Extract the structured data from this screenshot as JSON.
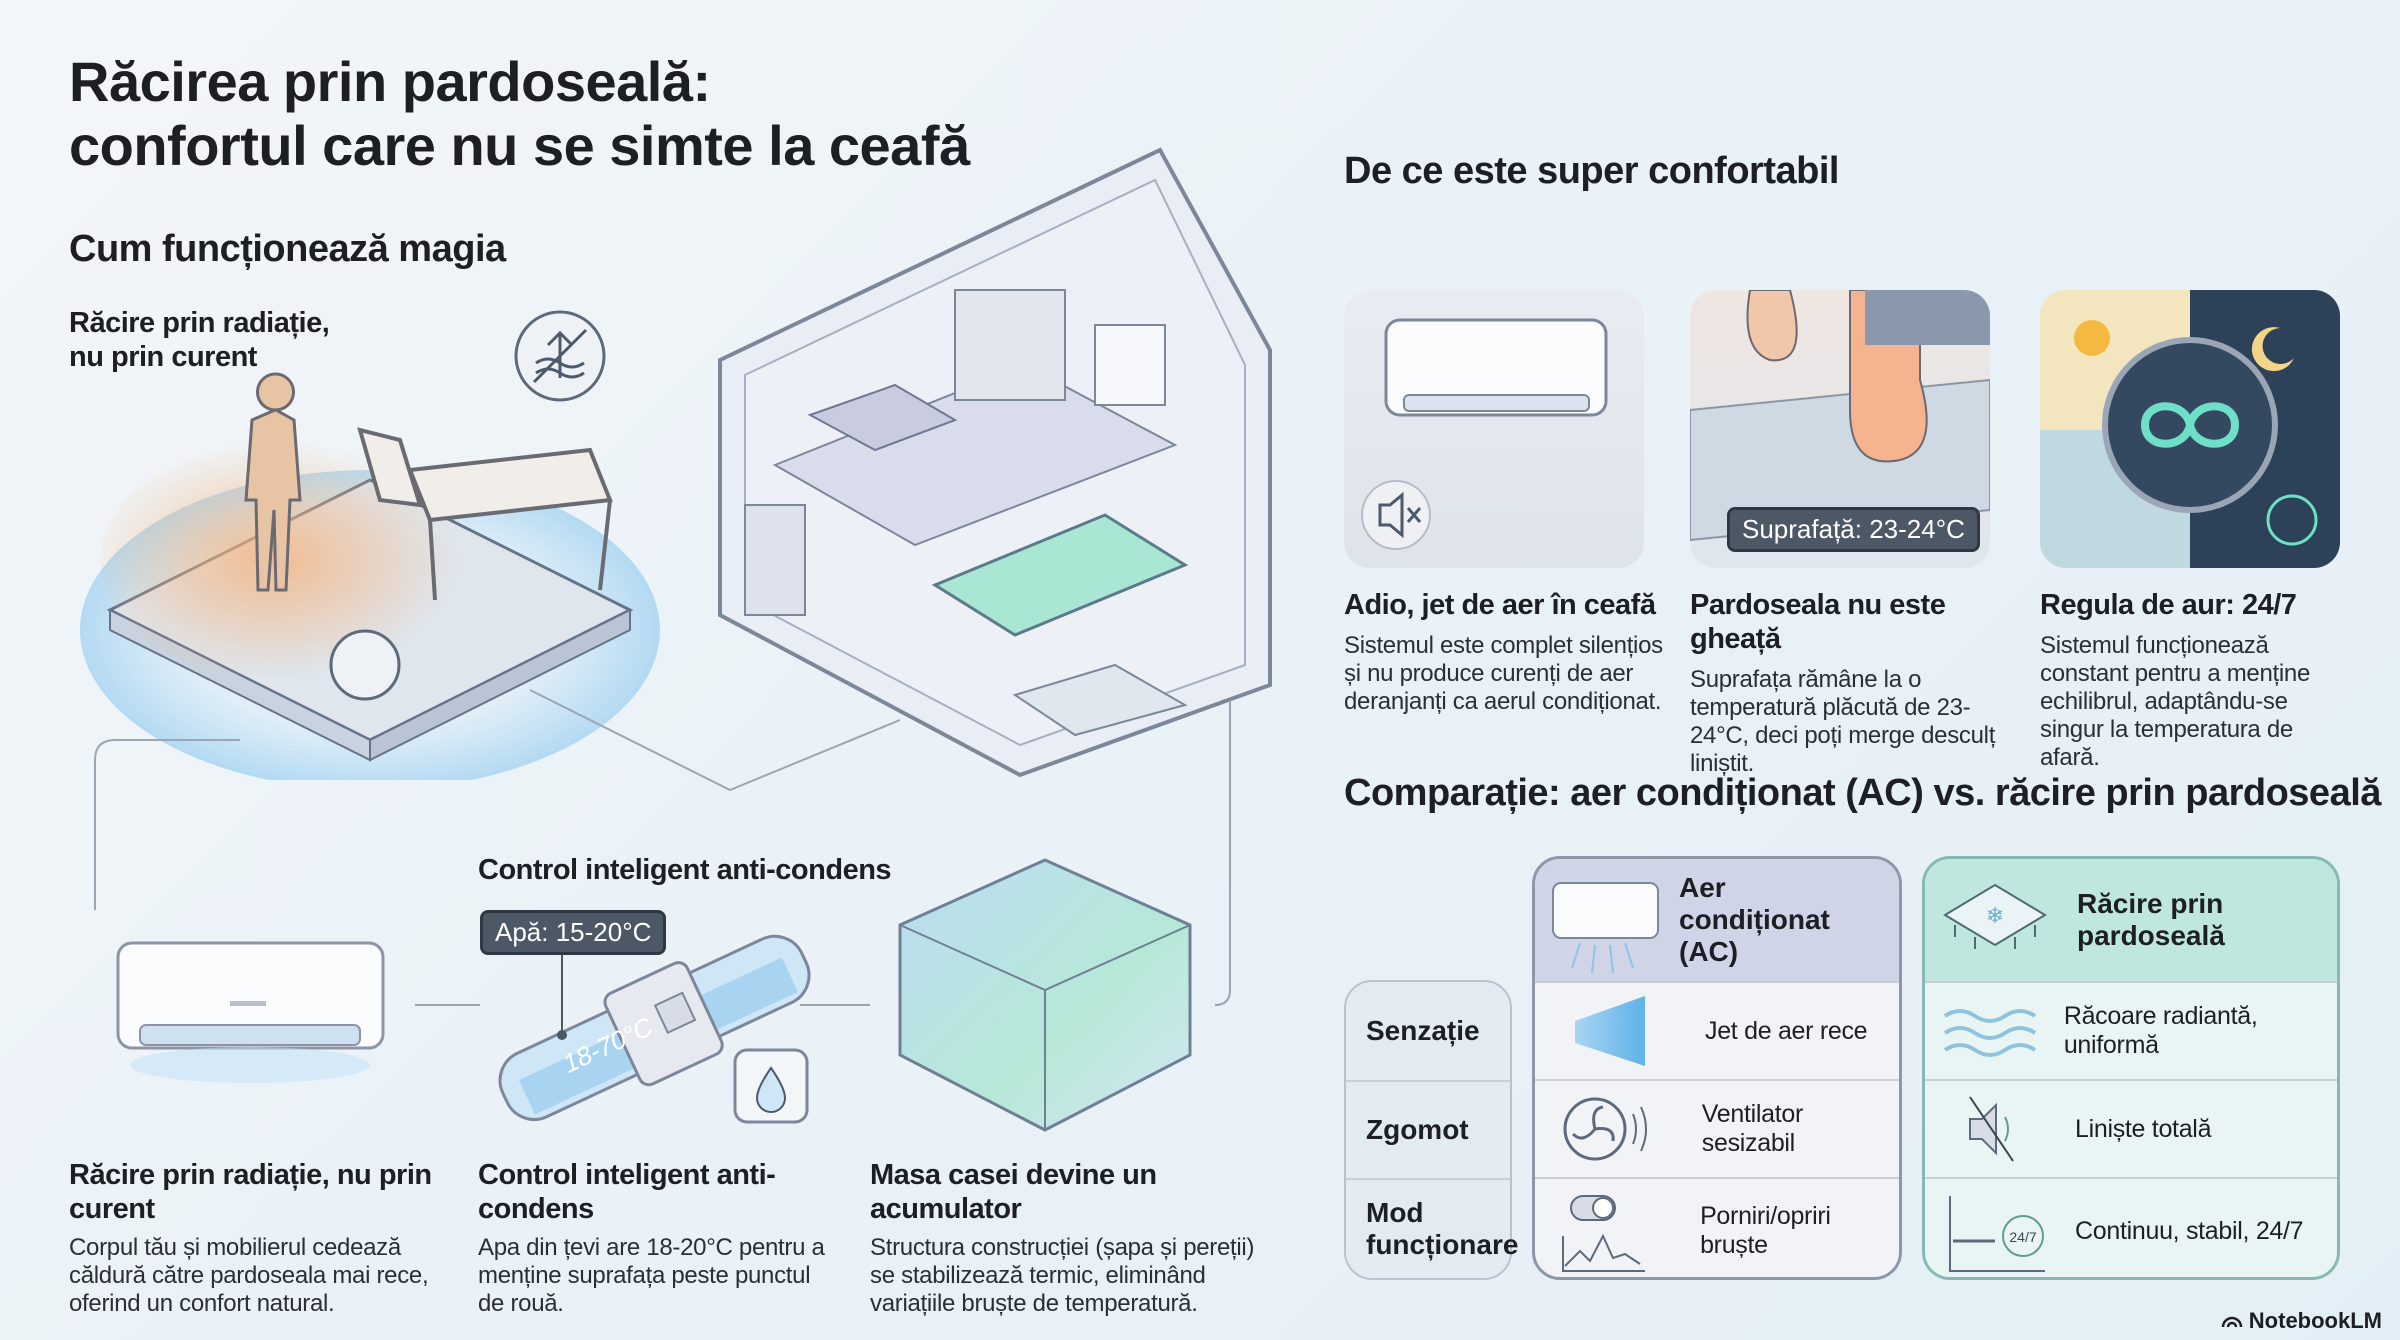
{
  "title": {
    "line1": "Răcirea prin pardoseală:",
    "line2": "confortul care nu se simte la ceafă"
  },
  "left": {
    "section_title": "Cum funcționează magia",
    "radiation_label_1": "Răcire prin radiație,",
    "radiation_label_2": "nu prin curent",
    "control_label": "Control inteligent anti-condens",
    "water_tag": "Apă: 15-20°C",
    "pipe_tag": "18-70°C"
  },
  "bottom": [
    {
      "title": "Răcire prin radiație, nu prin curent",
      "text": "Corpul tău și mobilierul cedează căldură către pardoseala mai rece, oferind un confort natural."
    },
    {
      "title": "Control inteligent anti-condens",
      "text": "Apa din țevi are 18-20°C pentru a menține suprafața peste punctul de rouă."
    },
    {
      "title": "Masa casei devine un acumulator",
      "text": "Structura construcției (șapa și pereții) se stabilizează termic, eliminând variațiile bruște de temperatură."
    }
  ],
  "comfort": {
    "section_title": "De ce este super confortabil",
    "surface_tag": "Suprafață: 23-24°C",
    "cards": [
      {
        "title": "Adio, jet de aer în ceafă",
        "text": "Sistemul este complet silențios și nu produce curenți de aer deranjanți ca aerul condiționat."
      },
      {
        "title": "Pardoseala nu este gheață",
        "text": "Suprafața rămâne la o temperatură plăcută de 23-24°C, deci poți merge desculț liniștit."
      },
      {
        "title": "Regula de aur: 24/7",
        "text": "Sistemul funcționează constant pentru a menține echilibrul, adaptându-se singur la temperatura de afară."
      }
    ]
  },
  "comparison": {
    "section_title": "Comparație: aer condiționat (AC) vs. răcire prin pardoseală",
    "rows": [
      "Senzație",
      "Zgomot",
      "Mod funcționare"
    ],
    "ac": {
      "header": "Aer condiționat (AC)",
      "values": [
        "Jet de aer rece",
        "Ventilator sesizabil",
        "Porniri/opriri bruște"
      ]
    },
    "floor": {
      "header": "Răcire prin pardoseală",
      "values": [
        "Răcoare radiantă, uniformă",
        "Liniște totală",
        "Continuu, stabil, 24/7"
      ],
      "badge": "24/7"
    }
  },
  "brand": "NotebookLM"
}
